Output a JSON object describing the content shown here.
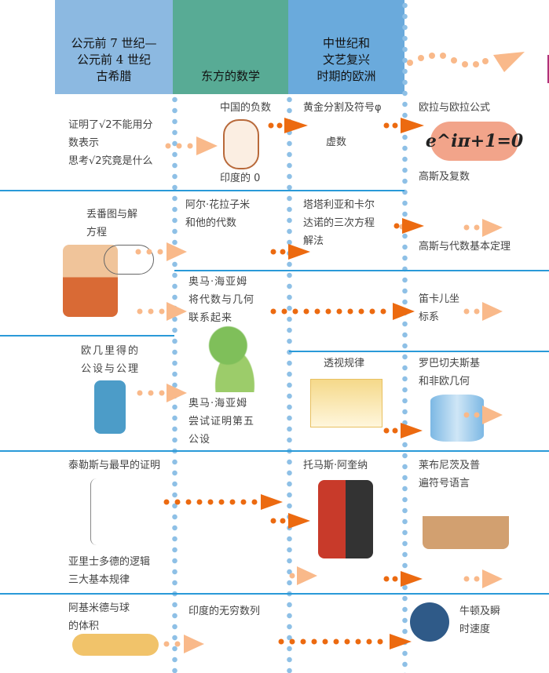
{
  "headers": [
    "公元前 7 世纪—\n公元前 4 世纪\n古希腊",
    "东方的数学",
    "中世纪和\n文艺复兴\n时期的欧洲"
  ],
  "header_colors": {
    "greece": "#8cb9e1",
    "east": "#58ab95",
    "europe": "#6aaadc",
    "arrow_light": "#f9b98a",
    "arrow_dark": "#ec6a10",
    "line": "#2a9ad8"
  },
  "greece": {
    "sqrt2_line1": "证明了√2不能用分",
    "sqrt2_line2": "数表示",
    "sqrt2_line3": "思考√2究竟是什么",
    "diophantus": "丢番图与解\n方程",
    "euclid": "欧几里得的\n公设与公理",
    "thales": "泰勒斯与最早的证明",
    "aristotle": "亚里士多德的逻辑\n三大基本规律",
    "archimedes": "阿基米德与球\n的体积"
  },
  "east": {
    "chinese_negative": "中国的负数",
    "indian_zero": "印度的 0",
    "alkhwarizmi": "阿尔·花拉子米\n和他的代数",
    "khayyam1": "奥马·海亚姆\n将代数与几何\n联系起来",
    "khayyam2": "奥马·海亚姆\n尝试证明第五\n公设",
    "indian_series": "印度的无穷数列"
  },
  "europe": {
    "golden": "黄金分割及符号φ",
    "imaginary": "虚数",
    "tartaglia": "塔塔利亚和卡尔\n达诺的三次方程\n解法",
    "perspective": "透视规律",
    "aquinas": "托马斯·阿奎纳"
  },
  "modern": {
    "euler": "欧拉与欧拉公式",
    "euler_formula": "e^iπ+1=0",
    "gauss_complex": "高斯及复数",
    "gauss_algebra": "高斯与代数基本定理",
    "descartes": "笛卡儿坐\n标系",
    "lobachevsky": "罗巴切夫斯基\n和非欧几何",
    "leibniz": "莱布尼茨及普\n遍符号语言",
    "newton": "牛顿及瞬\n时速度"
  }
}
